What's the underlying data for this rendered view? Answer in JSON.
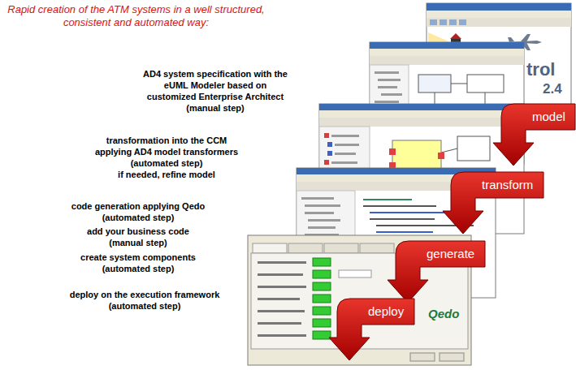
{
  "diagram": {
    "title": "Rapid creation of the ATM systems in a well structured, consistent and automated way:",
    "nodes": [
      {
        "text": [
          "model"
        ]
      },
      {
        "text": [
          "transform"
        ]
      },
      {
        "text": [
          "generate"
        ]
      },
      {
        "text": [
          "deploy"
        ]
      }
    ],
    "labels": [
      "AD4 system specification with the eUML Modeler based on customized Enterprise Architect (manual step)",
      "transformation into the CCM applying AD4 model transformers (automated step)",
      "if needed, refine model",
      "code generation applying Qedo (automated step)",
      "add your business code (manual step)",
      "create system components (automated step)",
      "deploy on the execution framework (automated step)",
      "trol",
      "2.4",
      "Qedo"
    ]
  }
}
